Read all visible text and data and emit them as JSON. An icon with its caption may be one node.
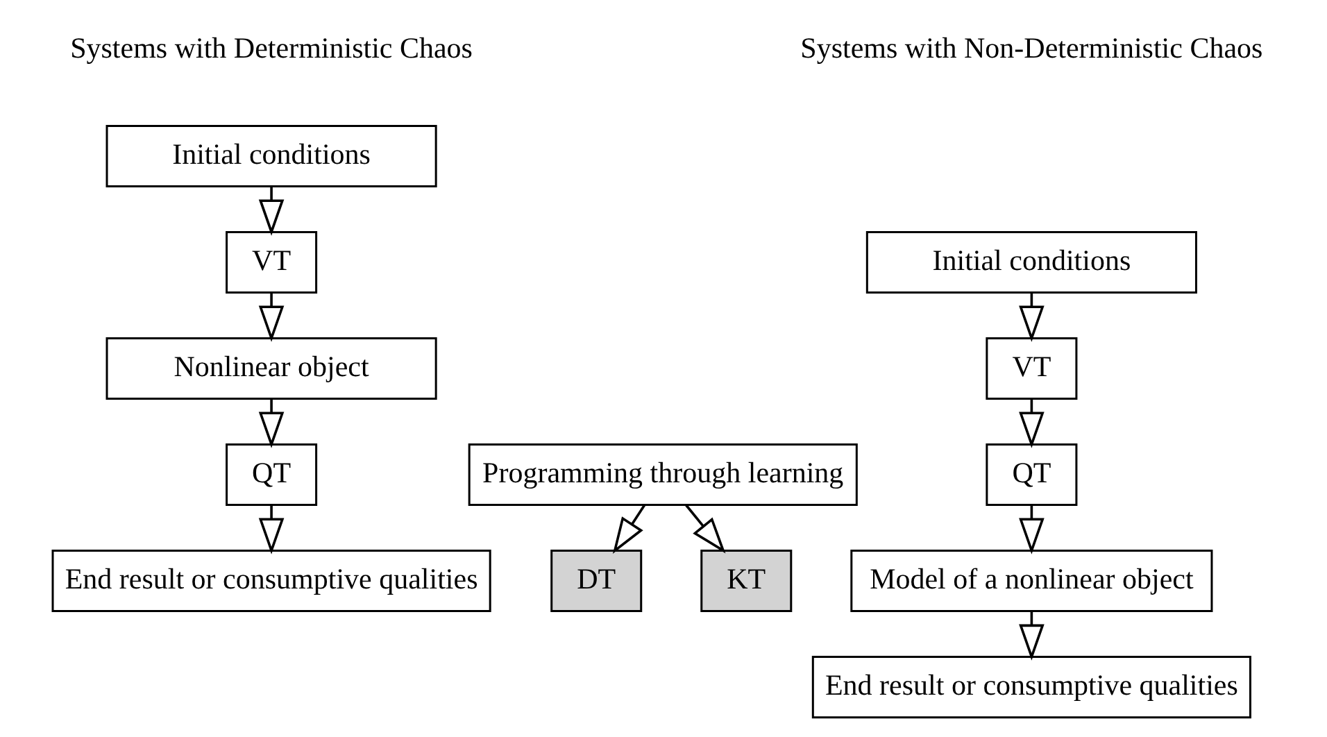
{
  "diagram": {
    "nodes": [
      {
        "text": [
          "Initial conditions"
        ]
      },
      {
        "text": [
          "VT"
        ]
      },
      {
        "text": [
          "Nonlinear object"
        ]
      },
      {
        "text": [
          "QT"
        ]
      },
      {
        "text": [
          "End result or consumptive qualities"
        ]
      },
      {
        "text": [
          "Initial conditions"
        ]
      },
      {
        "text": [
          "VT"
        ]
      },
      {
        "text": [
          "QT"
        ]
      },
      {
        "text": [
          "Programming through learning"
        ]
      },
      {
        "text": [
          "DT"
        ]
      },
      {
        "text": [
          "KT"
        ]
      },
      {
        "text": [
          "Model of a nonlinear object"
        ]
      },
      {
        "text": [
          "End result or consumptive qualities"
        ]
      }
    ],
    "edges": [
      {
        "from": 0,
        "to": 1,
        "arrow": "to"
      },
      {
        "from": 1,
        "to": 2,
        "arrow": "to"
      },
      {
        "from": 2,
        "to": 3,
        "arrow": "to"
      },
      {
        "from": 3,
        "to": 4,
        "arrow": "to"
      },
      {
        "from": 5,
        "to": 6,
        "arrow": "to"
      },
      {
        "from": 6,
        "to": 7,
        "arrow": "to"
      },
      {
        "from": 7,
        "to": 11,
        "arrow": "to"
      },
      {
        "from": 8,
        "to": 9,
        "arrow": "to"
      },
      {
        "from": 8,
        "to": 10,
        "arrow": "to"
      },
      {
        "from": 11,
        "to": 12,
        "arrow": "to"
      }
    ],
    "labels": [
      "Systems with Deterministic Chaos",
      "Systems with Non-Deterministic Chaos"
    ]
  }
}
